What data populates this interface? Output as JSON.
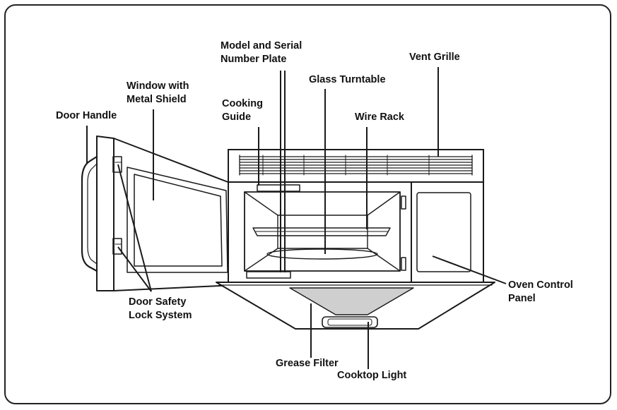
{
  "labels": {
    "model_serial": [
      "Model and Serial",
      "Number Plate"
    ],
    "vent_grille": "Vent Grille",
    "glass_turntable": "Glass Turntable",
    "window_shield": [
      "Window with",
      "Metal Shield"
    ],
    "cooking_guide": [
      "Cooking",
      "Guide"
    ],
    "door_handle": "Door Handle",
    "wire_rack": "Wire Rack",
    "oven_control_panel": [
      "Oven Control",
      "Panel"
    ],
    "door_safety_lock": [
      "Door Safety",
      "Lock System"
    ],
    "grease_filter": "Grease Filter",
    "cooktop_light": "Cooktop Light"
  },
  "colors": {
    "line": "#1a1a1a",
    "border": "#222222"
  }
}
